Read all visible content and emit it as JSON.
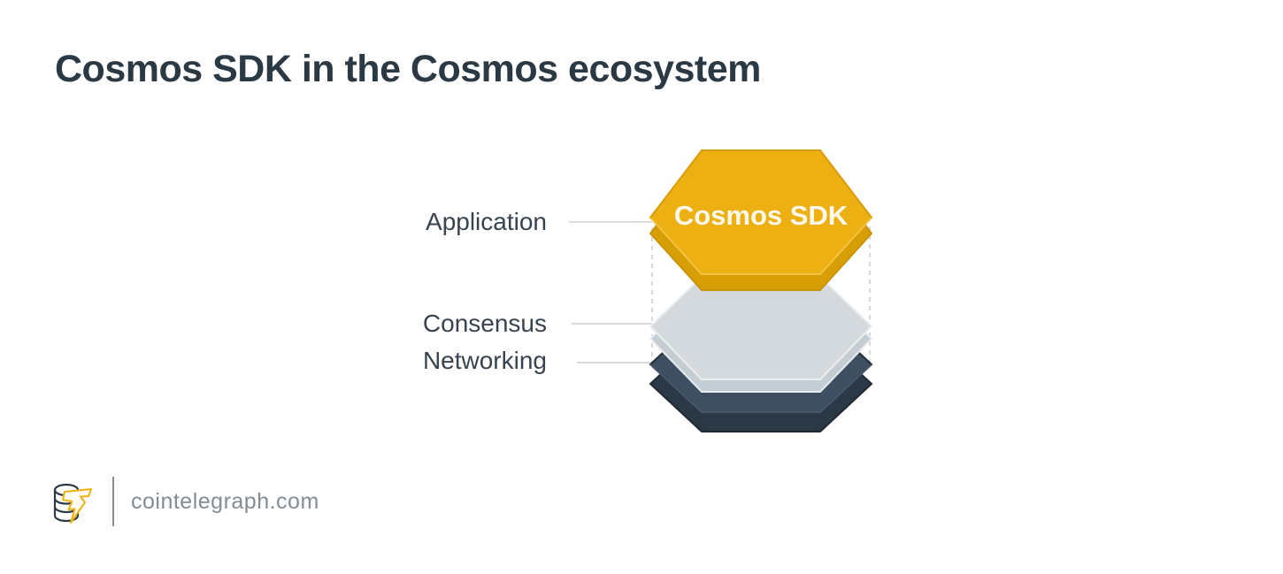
{
  "title": "Cosmos SDK in the Cosmos ecosystem",
  "diagram": {
    "layers": [
      {
        "label": "Application",
        "badge": "Cosmos SDK",
        "face_color": "#ecb012",
        "side_color": "#d89e06"
      },
      {
        "label": "Consensus",
        "face_color": "#d3d9dc",
        "side_color": "#c3cdd3"
      },
      {
        "label": "Networking",
        "face_color": "#3d4f60",
        "side_color": "#2b3946"
      }
    ]
  },
  "footer": {
    "site": "cointelegraph.com"
  },
  "colors": {
    "background": "#ffffff",
    "title_text": "#2b3945",
    "label_text": "#37434e",
    "hex_badge_text": "#fdf9ee",
    "accent_gold": "#eeb011",
    "connector_line": "#cccfd1",
    "dashed_guide": "#c7ccd0",
    "footer_text": "#828c95"
  }
}
